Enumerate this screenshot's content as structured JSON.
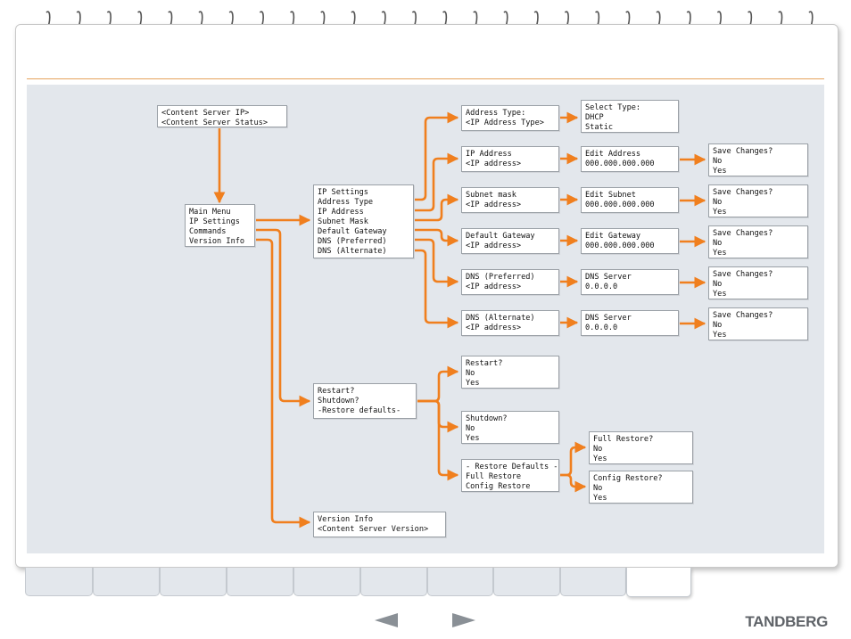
{
  "brand": "TANDBERG",
  "colors": {
    "accent": "#f07f1e",
    "panel": "#e3e7ec",
    "brand_text": "#5f6368"
  },
  "icons": {
    "previous": "arrow-left-icon",
    "next": "arrow-right-icon",
    "binder": "binder-ring-icon"
  },
  "boxes": {
    "status": {
      "lines": [
        "<Content Server IP>",
        "<Content Server Status>"
      ]
    },
    "main_menu": {
      "lines": [
        "Main Menu",
        "IP Settings",
        "Commands",
        "Version Info"
      ]
    },
    "ip_settings": {
      "lines": [
        "IP Settings",
        "Address Type",
        "IP Address",
        "Subnet Mask",
        "Default Gateway",
        "DNS (Preferred)",
        "DNS (Alternate)"
      ]
    },
    "address_type": {
      "lines": [
        "Address Type:",
        "<IP Address Type>"
      ]
    },
    "select_type": {
      "lines": [
        "Select Type:",
        "DHCP",
        "Static"
      ]
    },
    "ip_address": {
      "lines": [
        "IP Address",
        "<IP address>"
      ]
    },
    "edit_address": {
      "lines": [
        "Edit Address",
        "000.000.000.000"
      ]
    },
    "save_address": {
      "lines": [
        "Save Changes?",
        "No",
        "Yes"
      ]
    },
    "subnet": {
      "lines": [
        "Subnet mask",
        "<IP address>"
      ]
    },
    "edit_subnet": {
      "lines": [
        "Edit Subnet",
        "000.000.000.000"
      ]
    },
    "save_subnet": {
      "lines": [
        "Save Changes?",
        "No",
        "Yes"
      ]
    },
    "gateway": {
      "lines": [
        "Default Gateway",
        "<IP address>"
      ]
    },
    "edit_gateway": {
      "lines": [
        "Edit Gateway",
        "000.000.000.000"
      ]
    },
    "save_gateway": {
      "lines": [
        "Save Changes?",
        "No",
        "Yes"
      ]
    },
    "dns_pref": {
      "lines": [
        "DNS (Preferred)",
        "<IP address>"
      ]
    },
    "dns_server_pref": {
      "lines": [
        "DNS Server",
        "0.0.0.0"
      ]
    },
    "save_dns_pref": {
      "lines": [
        "Save Changes?",
        "No",
        "Yes"
      ]
    },
    "dns_alt": {
      "lines": [
        "DNS (Alternate)",
        "<IP address>"
      ]
    },
    "dns_server_alt": {
      "lines": [
        "DNS Server",
        "0.0.0.0"
      ]
    },
    "save_dns_alt": {
      "lines": [
        "Save Changes?",
        "No",
        "Yes"
      ]
    },
    "commands": {
      "lines": [
        "Restart?",
        "Shutdown?",
        "-Restore defaults-"
      ]
    },
    "restart": {
      "lines": [
        "Restart?",
        "No",
        "Yes"
      ]
    },
    "shutdown": {
      "lines": [
        "Shutdown?",
        "No",
        "Yes"
      ]
    },
    "restore": {
      "lines": [
        "- Restore Defaults -",
        "Full Restore",
        "Config Restore"
      ]
    },
    "full_restore": {
      "lines": [
        "Full Restore?",
        "No",
        "Yes"
      ]
    },
    "config_restore": {
      "lines": [
        "Config Restore?",
        "No",
        "Yes"
      ]
    },
    "version_info": {
      "lines": [
        "Version Info",
        "<Content Server Version>"
      ]
    }
  }
}
